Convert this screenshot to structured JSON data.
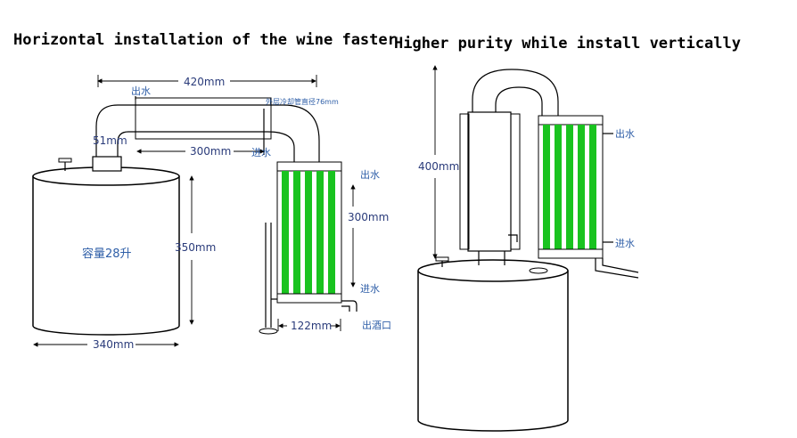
{
  "captions": {
    "left": "Horizontal installation of the wine faster",
    "right": "Higher purity while install vertically"
  },
  "left": {
    "width_top": "420mm",
    "water_out_top": "出水",
    "outer_pipe_note": "外层冷却管直径76mm",
    "pipe_diam": "51mm",
    "pipe_len": "300mm",
    "water_in_top": "进水",
    "capacity": "容量28升",
    "tank_height": "350mm",
    "tank_width": "340mm",
    "cond_water_out": "出水",
    "cond_height": "300mm",
    "cond_water_in": "进水",
    "cond_width": "122mm",
    "wine_out": "出酒口"
  },
  "right": {
    "height": "400mm",
    "water_out": "出水",
    "water_in": "进水"
  },
  "colors": {
    "tube": "#19c31f",
    "dimension_text": "#2a3b7a",
    "chinese_text": "#2f5fa8"
  }
}
